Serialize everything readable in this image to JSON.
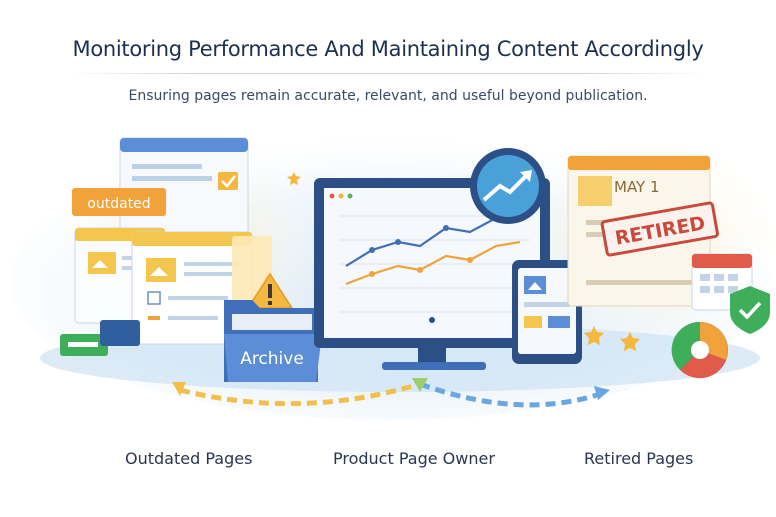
{
  "header": {
    "title": "Monitoring Performance And Maintaining Content Accordingly",
    "subtitle": "Ensuring pages remain accurate, relevant, and useful beyond publication."
  },
  "illustration": {
    "outdated_tag": "outdated",
    "archive_label": "Archive",
    "date_label": "MAY 1",
    "retired_stamp": "RETIRED"
  },
  "labels": {
    "left": "Outdated Pages",
    "middle": "Product Page Owner",
    "right": "Retired Pages"
  },
  "colors": {
    "title": "#1f2f4f",
    "accent_blue": "#4a7fc8",
    "accent_orange": "#f2a23a",
    "stamp_red": "#c94a3c",
    "check_green": "#3fae5a"
  }
}
